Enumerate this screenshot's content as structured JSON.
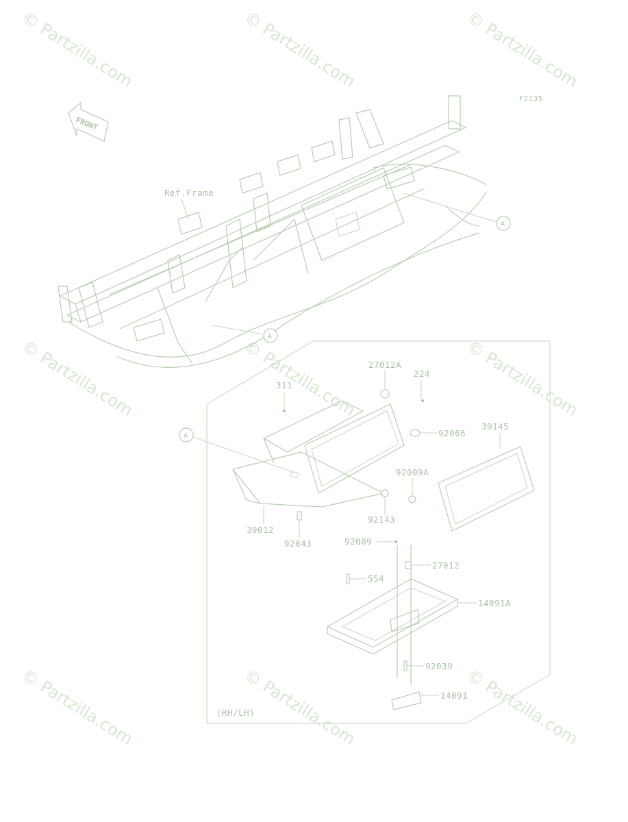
{
  "watermark": "© Partzilla.com",
  "diagram_code": "F2135",
  "front_arrow": "FRONT",
  "ref_frame": "Ref.Frame",
  "callout_a": "A",
  "variant_note": "(RH/LH)",
  "parts": {
    "p27012A": "27012A",
    "p224": "224",
    "p311": "311",
    "p92066": "92066",
    "p39145": "39145",
    "p92009A": "92009A",
    "p92143": "92143",
    "p39012": "39012",
    "p92043": "92043",
    "p92009": "92009",
    "p27012": "27012",
    "p554": "554",
    "p14091A": "14091A",
    "p92039": "92039",
    "p14091": "14091"
  },
  "colors": {
    "line": "#b7cdb1",
    "text": "#a9c2a3",
    "watermark": "#d7e7d2"
  }
}
